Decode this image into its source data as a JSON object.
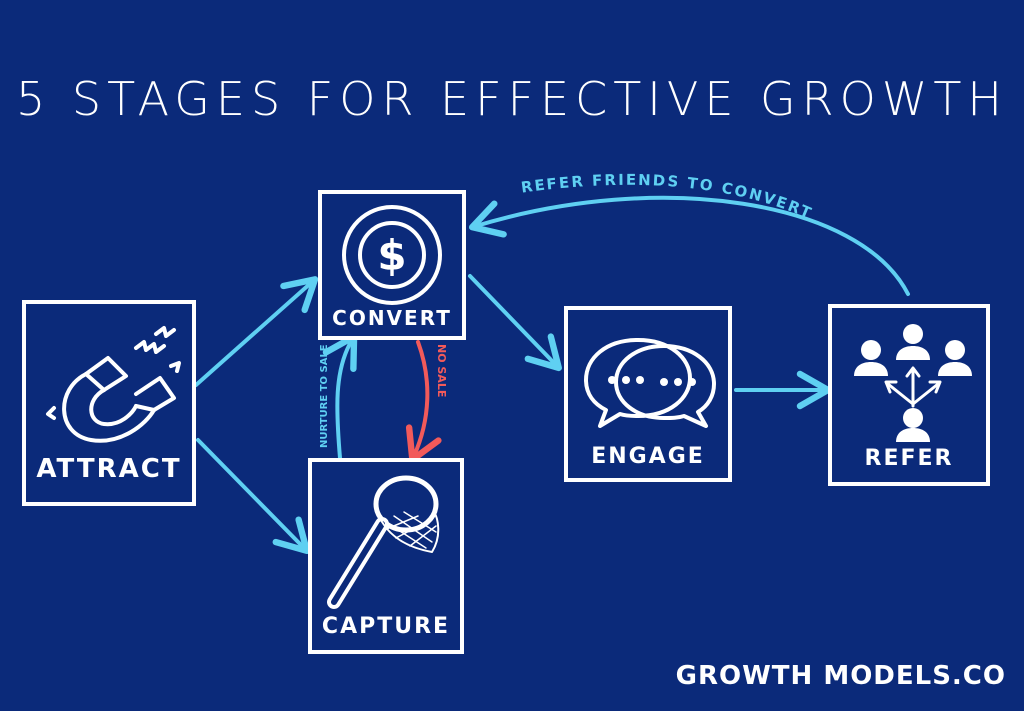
{
  "title": "5 Stages for Effective Growth",
  "stages": {
    "attract": "Attract",
    "convert": "Convert",
    "capture": "Capture",
    "engage": "Engage",
    "refer": "Refer"
  },
  "flow_labels": {
    "refer_to_convert": "Refer friends to convert",
    "nurture": "Nurture to sale",
    "no_sale": "No sale"
  },
  "brand": "Growth models.co",
  "colors": {
    "background": "#0b2a7a",
    "stroke": "#ffffff",
    "flow_arrow": "#5fd0f2",
    "no_sale_arrow": "#f25a5a"
  },
  "icons": {
    "attract": "magnet-icon",
    "convert": "dollar-coin-icon",
    "capture": "net-icon",
    "engage": "chat-bubbles-icon",
    "refer": "people-network-icon"
  }
}
